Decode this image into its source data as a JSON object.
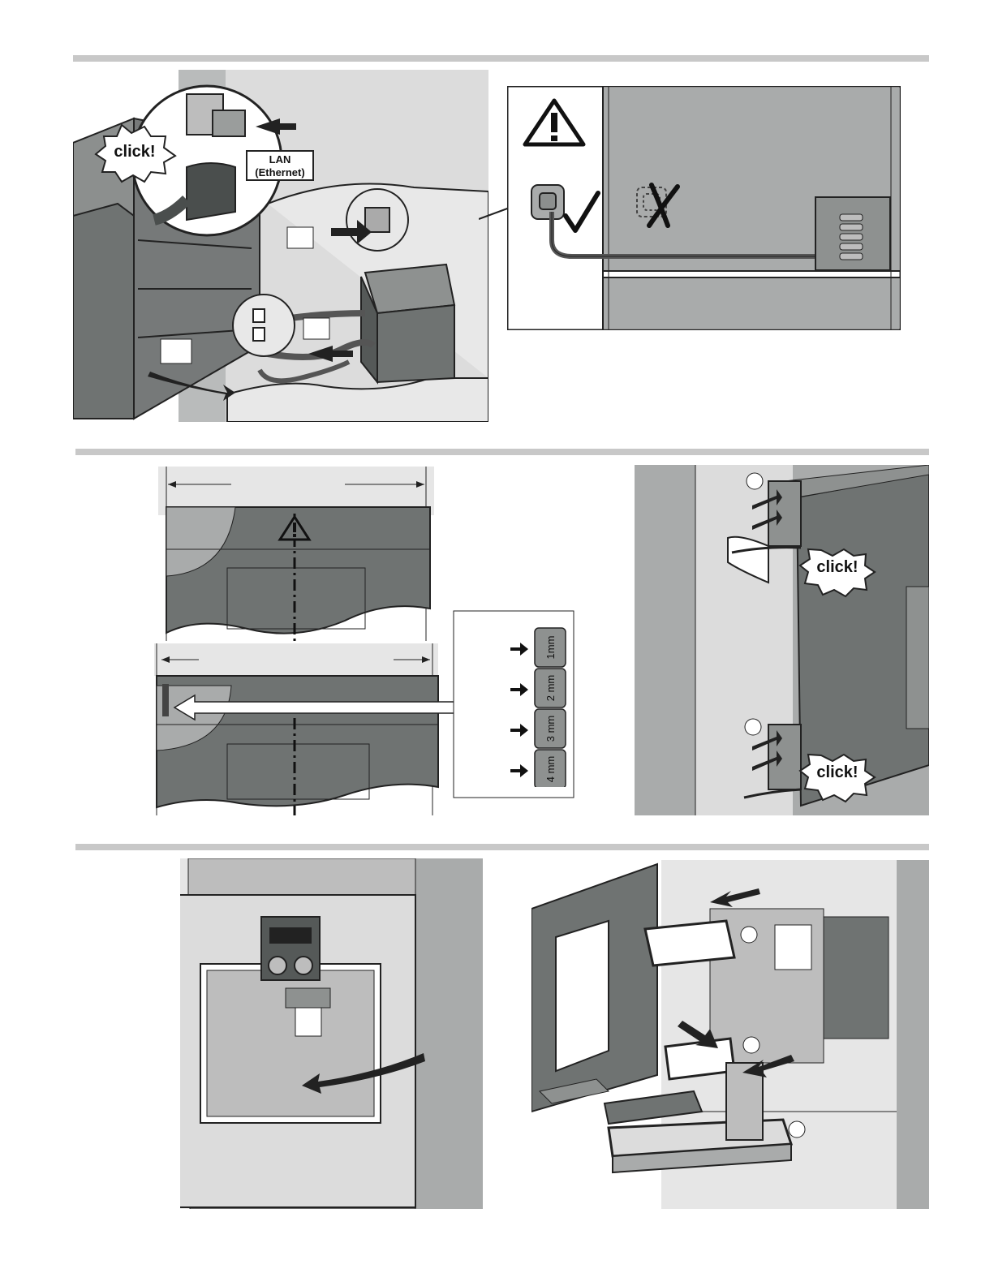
{
  "step1": {
    "click_label": "click!",
    "lan_label_line1": "LAN",
    "lan_label_line2": "(Ethernet)"
  },
  "step2": {
    "click_label_top": "click!",
    "click_label_bottom": "click!",
    "shims": [
      "1mm",
      "2 mm",
      "3 mm",
      "4 mm"
    ]
  },
  "colors": {
    "section_bar": "#c8c8c8",
    "appliance_dark": "#6f7372",
    "cabinet_light": "#dcdcdc",
    "mid_gray": "#a9abab"
  },
  "icons": [
    "warning-triangle-icon",
    "checkmark-icon",
    "cross-icon",
    "arrow-icon"
  ]
}
